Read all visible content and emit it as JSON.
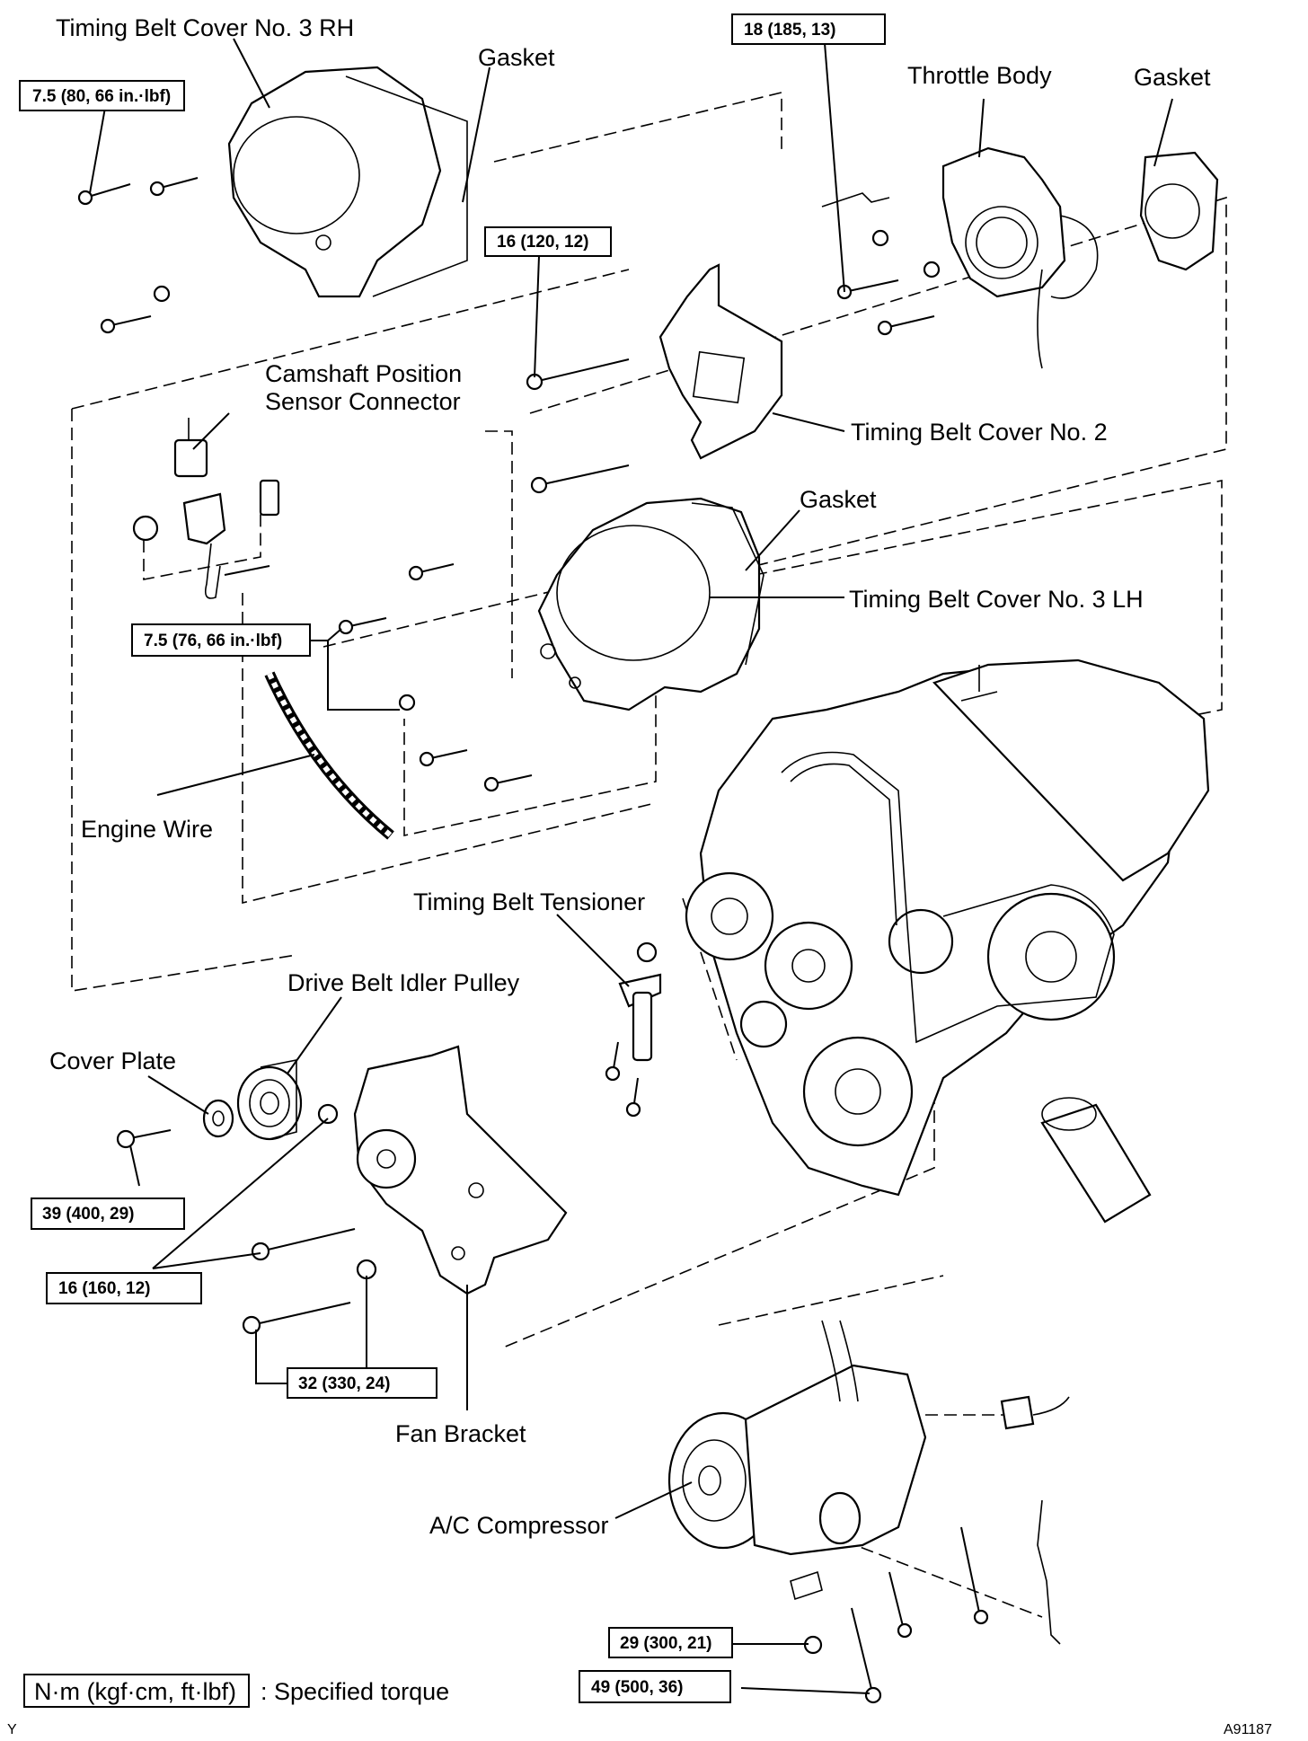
{
  "labels": {
    "cover_rh": "Timing Belt Cover No. 3 RH",
    "gasket_top": "Gasket",
    "throttle_body": "Throttle Body",
    "gasket_right": "Gasket",
    "cam_sensor_line1": "Camshaft Position",
    "cam_sensor_line2": "Sensor Connector",
    "cover_no2": "Timing Belt Cover No. 2",
    "gasket_mid": "Gasket",
    "cover_lh": "Timing Belt Cover No. 3 LH",
    "engine_wire": "Engine Wire",
    "tensioner": "Timing Belt Tensioner",
    "idler_pulley": "Drive Belt Idler Pulley",
    "cover_plate": "Cover Plate",
    "fan_bracket": "Fan Bracket",
    "ac_compressor": "A/C Compressor"
  },
  "torques": {
    "t_cover_rh": "7.5 (80, 66 in.·lbf)",
    "t_throttle": "18 (185, 13)",
    "t_cover_no2": "16 (120, 12)",
    "t_cover_lh": "7.5 (76, 66 in.·lbf)",
    "t_pulley": "39 (400, 29)",
    "t_bracket_16": "16 (160, 12)",
    "t_bracket_32": "32 (330, 24)",
    "t_comp_29": "29 (300, 21)",
    "t_comp_49": "49 (500, 36)"
  },
  "legend": {
    "unit_box": "N·m (kgf·cm, ft·lbf)",
    "text": ": Specified torque"
  },
  "corner": {
    "left": "Y",
    "figure_id": "A91187"
  }
}
